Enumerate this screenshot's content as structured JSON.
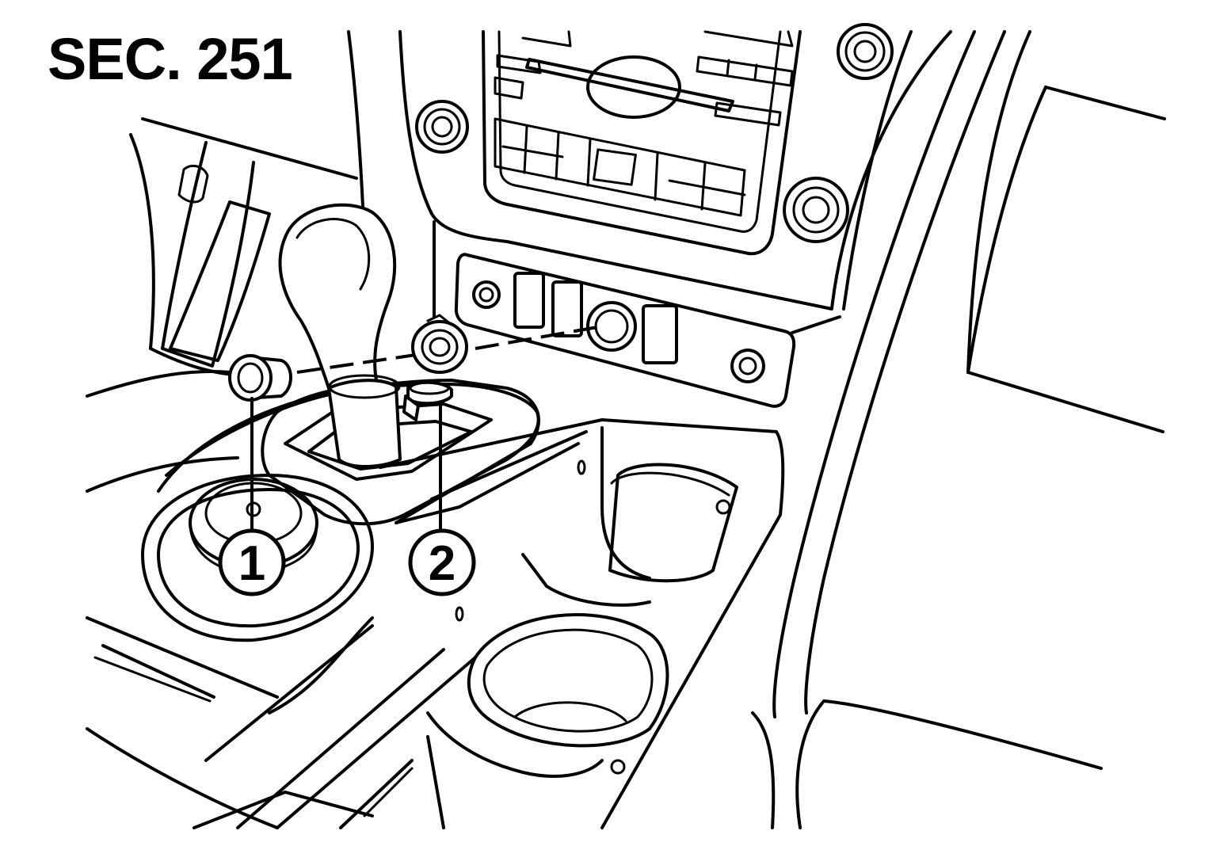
{
  "section_label": "SEC. 251",
  "callouts": [
    {
      "number": "1"
    },
    {
      "number": "2"
    }
  ]
}
